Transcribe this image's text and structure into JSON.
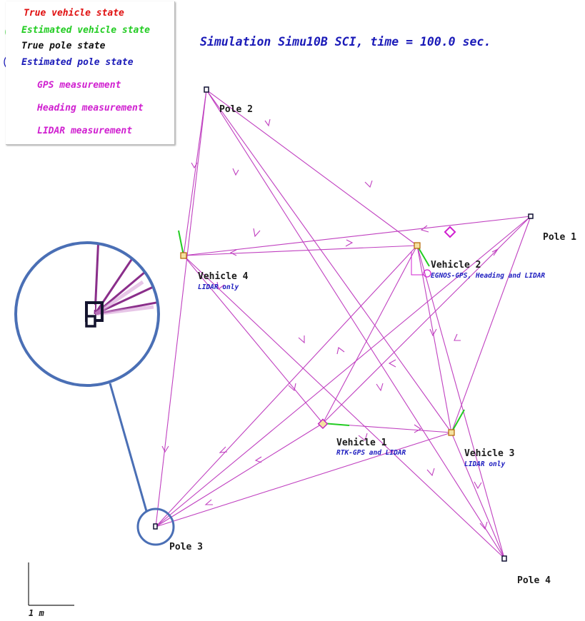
{
  "title": "Simulation Simu10B SCI, time = 100.0 sec.",
  "legend": {
    "true_vehicle": "True vehicle state",
    "estimated_vehicle": "Estimated vehicle state",
    "true_pole": "True pole state",
    "estimated_pole": "Estimated pole state",
    "gps": "GPS measurement",
    "heading": "Heading measurement",
    "lidar": "LIDAR measurement"
  },
  "colors": {
    "true_vehicle": "#e01010",
    "estimated_vehicle": "#22cc22",
    "true_pole": "#111111",
    "estimated_pole": "#1a1ab8",
    "measurement": "#d020d0",
    "trajectory": "#c040c0",
    "zoom_circle": "#4a6fb5"
  },
  "poles": [
    {
      "name": "Pole 1"
    },
    {
      "name": "Pole 2"
    },
    {
      "name": "Pole 3"
    },
    {
      "name": "Pole 4"
    }
  ],
  "vehicles": [
    {
      "name": "Vehicle 1",
      "sensors": "RTK-GPS and LIDAR"
    },
    {
      "name": "Vehicle 2",
      "sensors": "EGNOS-GPS, Heading and LIDAR"
    },
    {
      "name": "Vehicle 3",
      "sensors": "LIDAR only"
    },
    {
      "name": "Vehicle 4",
      "sensors": "LIDAR only"
    }
  ],
  "scale_bar": "1 m"
}
